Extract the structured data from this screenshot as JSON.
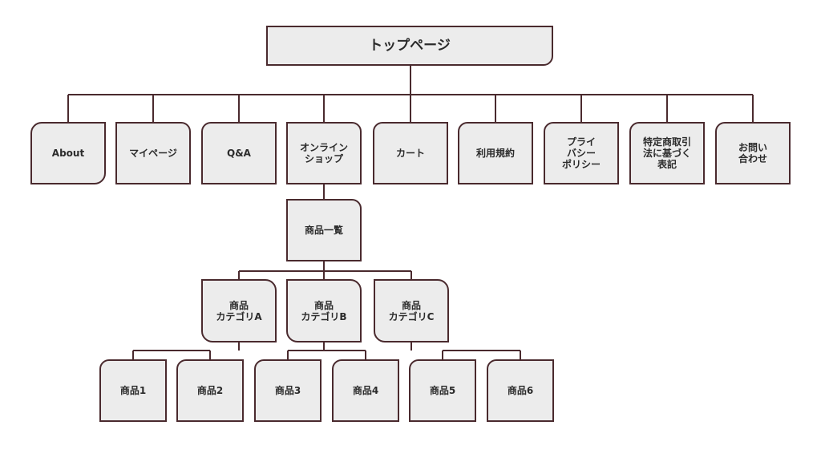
{
  "top": {
    "label": "トップページ"
  },
  "menu": [
    {
      "label": "About"
    },
    {
      "label": "マイページ"
    },
    {
      "label": "Q&A"
    },
    {
      "label": "オンライン\nショップ"
    },
    {
      "label": "カート"
    },
    {
      "label": "利用規約"
    },
    {
      "label": "プライ\nバシー\nポリシー"
    },
    {
      "label": "特定商取引\n法に基づく\n表記"
    },
    {
      "label": "お問い\n合わせ"
    }
  ],
  "shop": {
    "list_label": "商品一覧"
  },
  "categories": [
    {
      "label": "商品\nカテゴリA"
    },
    {
      "label": "商品\nカテゴリB"
    },
    {
      "label": "商品\nカテゴリC"
    }
  ],
  "products": [
    {
      "label": "商品1"
    },
    {
      "label": "商品2"
    },
    {
      "label": "商品3"
    },
    {
      "label": "商品4"
    },
    {
      "label": "商品5"
    },
    {
      "label": "商品6"
    }
  ],
  "colors": {
    "stroke": "#4a2a2e",
    "fill": "#ececec",
    "text": "#2b2b2b"
  }
}
